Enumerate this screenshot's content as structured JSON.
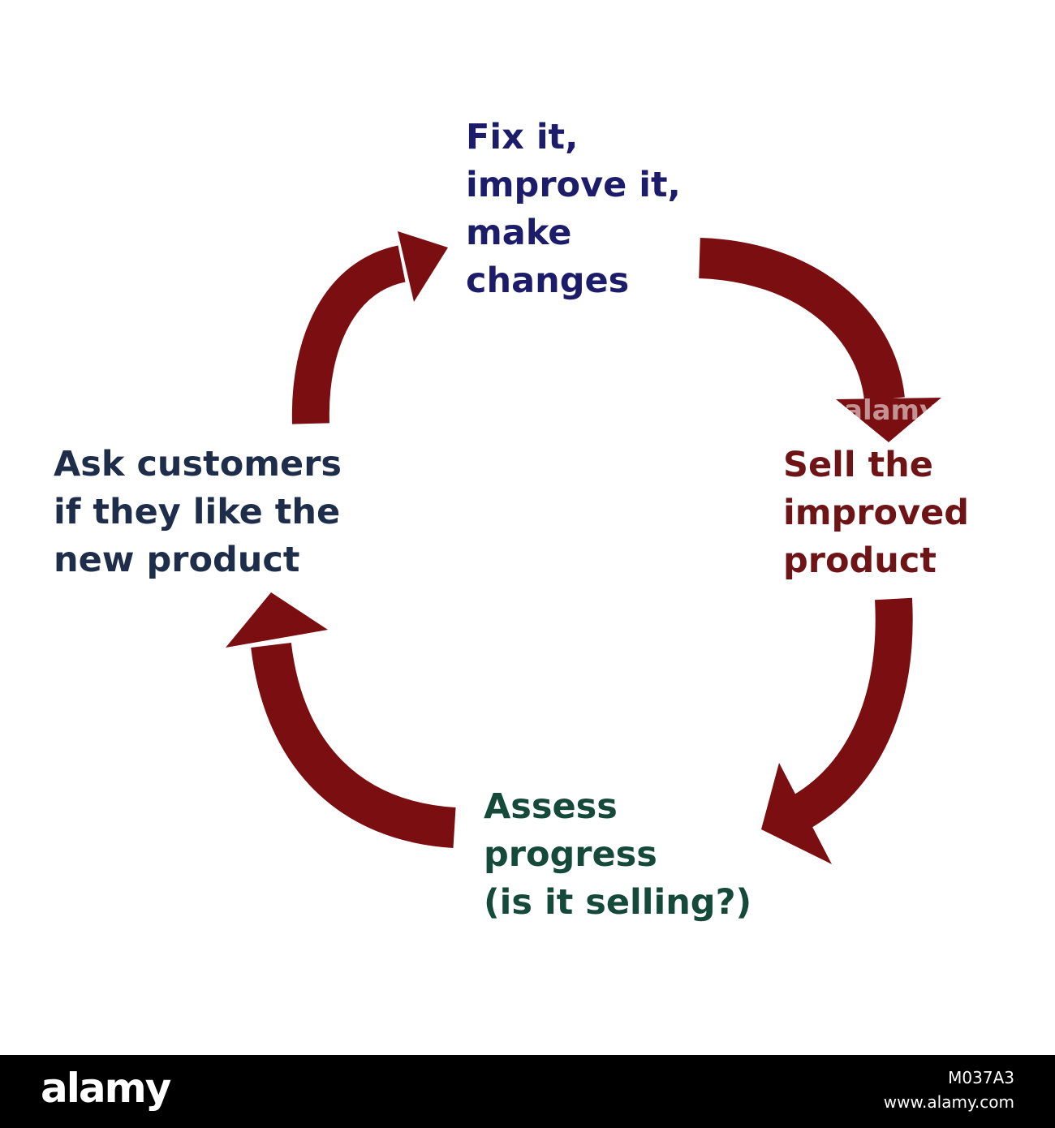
{
  "steps": [
    {
      "id": "fix",
      "lines": [
        "Fix it,",
        "improve it,",
        "make",
        "changes"
      ],
      "color": "#1c1c6a"
    },
    {
      "id": "sell",
      "lines": [
        "Sell the",
        "improved",
        "product"
      ],
      "color": "#6e1416"
    },
    {
      "id": "assess",
      "lines": [
        "Assess",
        "progress",
        "(is it selling?)"
      ],
      "color": "#154a3a"
    },
    {
      "id": "ask",
      "lines": [
        "Ask customers",
        "if they like the",
        "new product"
      ],
      "color": "#1e2e4a"
    }
  ],
  "arrow_color": "#7a0e10",
  "watermark": {
    "center_text": "alamy",
    "logo": "alamy",
    "image_id": "M037A3",
    "url": "www.alamy.com"
  }
}
